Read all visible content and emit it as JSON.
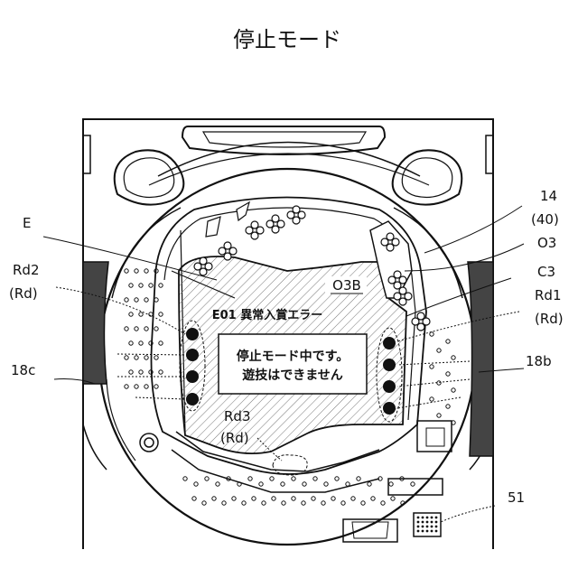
{
  "title": "停止モード",
  "screen": {
    "error_message": "E01 異常入賞エラー",
    "stop_message_line1": "停止モード中です。",
    "stop_message_line2": "遊技はできません",
    "label_o3b": "O3B"
  },
  "labels": {
    "E": "E",
    "n14": "14",
    "n40": "(40)",
    "O3": "O3",
    "C3": "C3",
    "Rd1": "Rd1",
    "Rd1_paren": "(Rd)",
    "Rd2": "Rd2",
    "Rd2_paren": "(Rd)",
    "n18c": "18c",
    "n18b": "18b",
    "Rd3": "Rd3",
    "Rd3_paren": "(Rd)",
    "n51": "51"
  }
}
